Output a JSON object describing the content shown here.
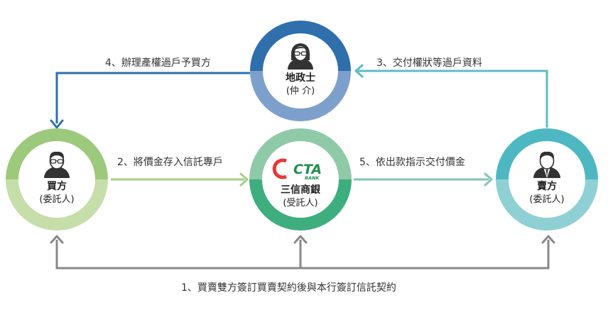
{
  "nodes": {
    "scrivener": {
      "name": "地政士",
      "sub": "(仲 介)",
      "color_top": "#2e6fac",
      "color_bottom": "#7d9fcb",
      "icon": "woman-glasses-icon"
    },
    "buyer": {
      "name": "買方",
      "sub": "(委託人)",
      "color_top": "#9dc97c",
      "color_bottom": "#c6deaa",
      "icon": "man-glasses-icon"
    },
    "bank": {
      "name": "三信商銀",
      "sub": "(受託人)",
      "color_top": "#8fcaa8",
      "color_bottom": "#3fae7f",
      "logo": "CTA",
      "logo_sub": "BANK",
      "logo_color": "#e53935",
      "logo_text_color": "#1f8f4e"
    },
    "seller": {
      "name": "賣方",
      "sub": "(委託人)",
      "color_top": "#4db8c1",
      "color_bottom": "#8fd0d4",
      "icon": "man-suit-icon"
    }
  },
  "steps": {
    "step1": "1、買賣雙方簽訂買賣契約後與本行簽訂信託契約",
    "step2": "2、將價金存入信託專戶",
    "step3": "3、交付權狀等過戶資料",
    "step4": "4、辦理產權過戶予買方",
    "step5": "5、依出款指示交付價金"
  },
  "colors": {
    "arrow_step1": "#888888",
    "arrow_step2": "#a4cf86",
    "arrow_step3": "#5cbcc4",
    "arrow_step4": "#2e6fac",
    "arrow_step5": "#7ec6b8"
  }
}
